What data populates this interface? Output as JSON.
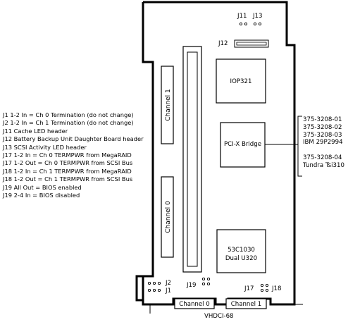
{
  "board": {
    "connectors": {
      "j11": "J11",
      "j13": "J13",
      "j12": "J12",
      "j2": "J2",
      "j1": "J1",
      "j19": "J19",
      "j17": "J17",
      "j18": "J18"
    },
    "channels": {
      "channel1_vertical": "Channel  1",
      "channel0_vertical": "Channel  0",
      "channel0_bottom": "Channel  0",
      "channel1_bottom": "Channel  1",
      "vhdci": "VHDCI-68"
    },
    "chips": {
      "iop": "IOP321",
      "bridge": "PCI-X Bridge",
      "scsi_line1": "53C1030",
      "scsi_line2": "Dual  U320"
    }
  },
  "jumper_notes": [
    "J1 1-2 In = Ch 0 Termination (do not change)",
    "J2 1-2 In = Ch 1 Termination (do not change)",
    "J11  Cache  LED header",
    "J12  Battery Backup Unit Daughter Board header",
    "J13  SCSI Activity LED header",
    "J17 1-2 In = Ch 0 TERMPWR from MegaRAID",
    "J17 1-2 Out = Ch 0 TERMPWR from SCSI Bus",
    "J18 1-2 In = Ch 1 TERMPWR from MegaRAID",
    "J18 1-2 Out = Ch 1 TERMPWR from SCSI Bus",
    "J19  All Out = BIOS enabled",
    "J19  2-4 In = BIOS disabled"
  ],
  "bridge_parts": [
    "375-3208-01",
    "375-3208-02",
    "375-3208-03",
    "IBM 29P2994",
    "",
    "375-3208-04",
    "Tundra  Tsi310"
  ]
}
